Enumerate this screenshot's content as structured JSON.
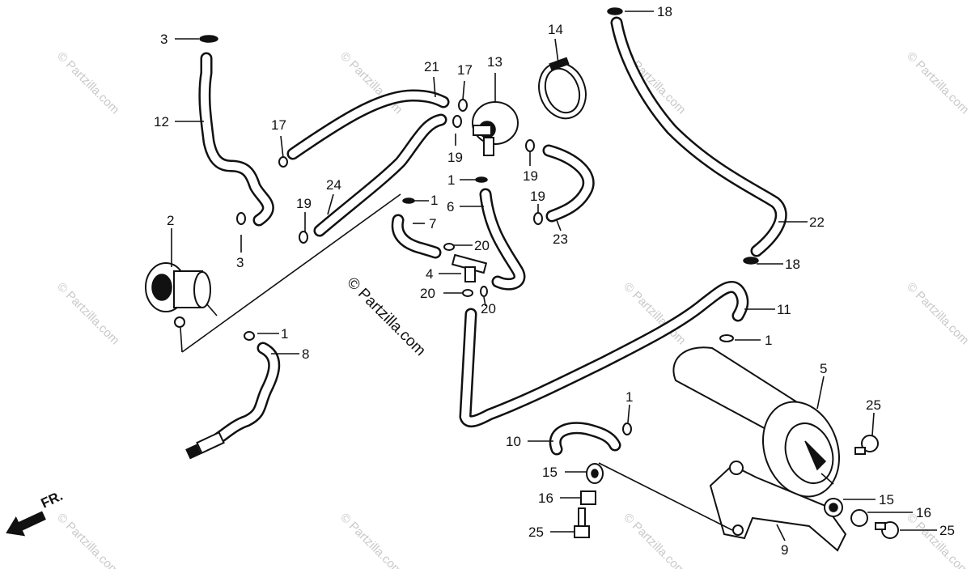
{
  "watermark_text": "© Partzilla.com",
  "center_watermark": "© Partzilla.com",
  "direction_label": "FR.",
  "icons": {
    "front_direction": "front-direction-arrow-icon"
  },
  "colors": {
    "line": "#111111",
    "background": "#ffffff",
    "watermark": "#c9c9c9"
  },
  "callouts": [
    "3",
    "12",
    "17",
    "21",
    "17",
    "13",
    "14",
    "18",
    "19",
    "1",
    "19",
    "24",
    "1",
    "6",
    "19",
    "2",
    "19",
    "7",
    "20",
    "23",
    "22",
    "18",
    "3",
    "4",
    "20",
    "20",
    "11",
    "1",
    "1",
    "8",
    "5",
    "1",
    "25",
    "10",
    "15",
    "16",
    "15",
    "16",
    "25",
    "25",
    "9"
  ]
}
